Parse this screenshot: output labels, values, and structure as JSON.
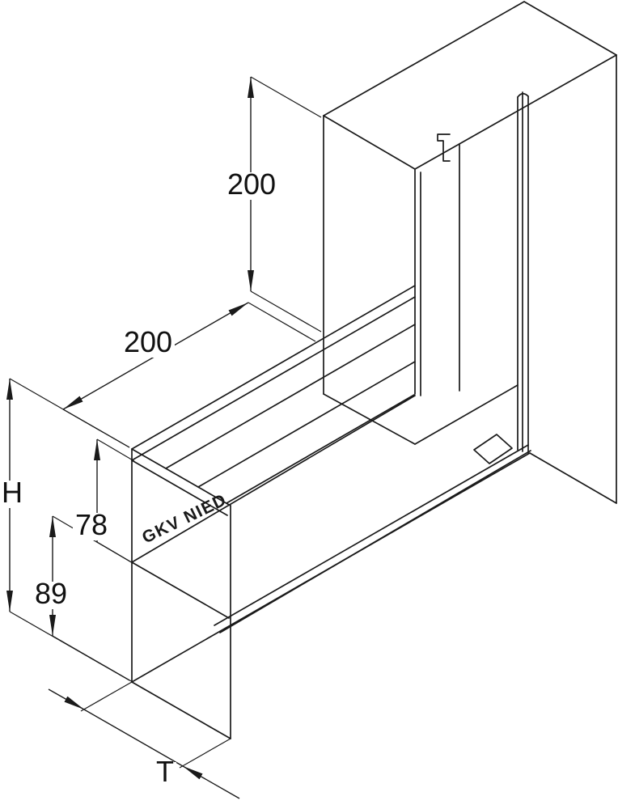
{
  "drawing": {
    "product_label": "GKV NIED",
    "dimensions": {
      "vertical_top": "200",
      "diagonal_width": "200",
      "height_label": "H",
      "upper_height": "78",
      "lower_height": "89",
      "depth_label": "T"
    },
    "colors": {
      "ink": "#1a1a1a",
      "paper": "#ffffff"
    }
  }
}
